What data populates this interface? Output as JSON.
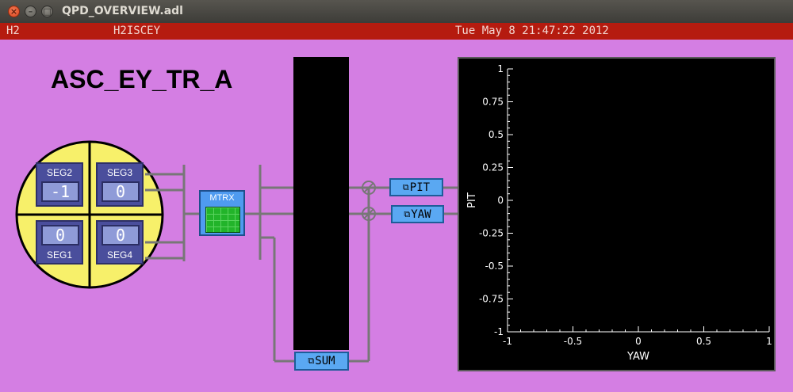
{
  "window": {
    "title": "QPD_OVERVIEW.adl"
  },
  "status_bar": {
    "ifo": "H2",
    "system": "H2ISCEY",
    "datetime": "Tue May  8 21:47:22 2012"
  },
  "qpd": {
    "title": "ASC_EY_TR_A",
    "segments": [
      {
        "label": "SEG2",
        "value": "-1"
      },
      {
        "label": "SEG3",
        "value": "0"
      },
      {
        "label": "SEG1",
        "value": "0"
      },
      {
        "label": "SEG4",
        "value": "0"
      }
    ],
    "matrix_label": "MTRX"
  },
  "buttons": {
    "pit": "PIT",
    "yaw": "YAW",
    "sum": "SUM"
  },
  "colors": {
    "background": "#d47ee3",
    "status_bar": "#b51b0f",
    "qpd_disc": "#f7f06a",
    "related_button": "#5aa8f2"
  },
  "chart_data": {
    "type": "scatter",
    "xlabel": "YAW",
    "ylabel": "PIT",
    "xlim": [
      -1,
      1
    ],
    "ylim": [
      -1,
      1
    ],
    "x_ticks": [
      "-1",
      "-0.5",
      "0",
      "0.5",
      "1"
    ],
    "y_ticks": [
      "1",
      "0.75",
      "0.5",
      "0.25",
      "0",
      "-0.25",
      "-0.5",
      "-0.75",
      "-1"
    ],
    "series": [],
    "grid": false
  }
}
